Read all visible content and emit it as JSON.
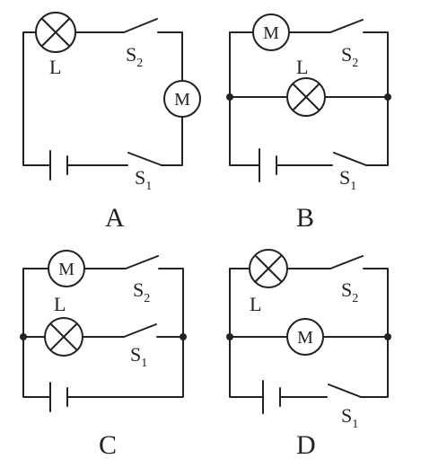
{
  "labels": {
    "lamp": "L",
    "motor": "M",
    "switch": "S",
    "sub1": "1",
    "sub2": "2"
  },
  "options": [
    "A",
    "B",
    "C",
    "D"
  ]
}
